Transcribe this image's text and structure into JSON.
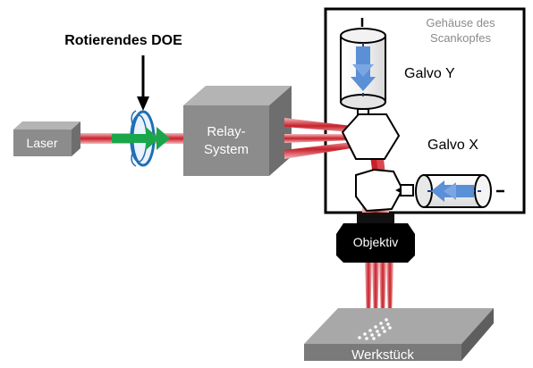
{
  "labels": {
    "doe_title": "Rotierendes DOE",
    "laser": "Laser",
    "relay_line1": "Relay-",
    "relay_line2": "System",
    "housing_line1": "Gehäuse des",
    "housing_line2": "Scankopfes",
    "galvo_y": "Galvo Y",
    "galvo_x": "Galvo X",
    "objective": "Objektiv",
    "workpiece": "Werkstück"
  },
  "colors": {
    "beam": "#c8202a",
    "beam_light": "#f0a0a6",
    "box_front": "#8c8c8c",
    "box_top": "#b4b4b4",
    "box_side": "#6e6e6e",
    "green_arrow": "#1aa64a",
    "doe_ring": "#1f6fb5",
    "blue_arrow": "#5b8fd6",
    "black": "#000000",
    "gray_text": "#8a8a8a"
  }
}
